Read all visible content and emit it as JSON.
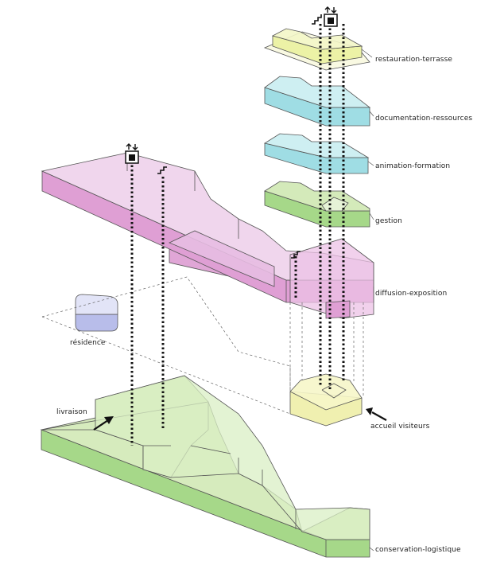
{
  "labels": {
    "restauration": "restauration-terrasse",
    "documentation": "documentation-ressources",
    "animation": "animation-formation",
    "gestion": "gestion",
    "diffusion": "diffusion-exposition",
    "residence": "résidence",
    "livraison": "livraison",
    "accueil": "accueil visiteurs",
    "conservation": "conservation-logistique"
  },
  "icons": {
    "lift_tower": "elevator-icon",
    "lift_left": "elevator-icon",
    "stair": "stair-icon"
  },
  "colors": {
    "yellow": "#ecf2a6",
    "cyan": "#9fdde4",
    "green_light": "#cfe8b2",
    "green_dark": "#a6d889",
    "pink_light": "#efd2ec",
    "pink_dark": "#df9fd4",
    "lavender": "#cfd2ef",
    "cream": "#f6f6c9",
    "outline": "#555555"
  }
}
